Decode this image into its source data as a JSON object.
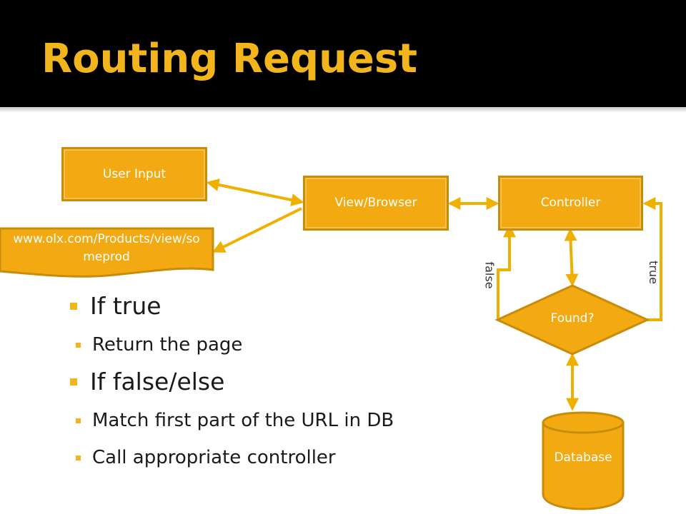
{
  "slide": {
    "title": "Routing Request",
    "bullets": [
      {
        "level": 1,
        "text": "If true"
      },
      {
        "level": 2,
        "text": "Return the page"
      },
      {
        "level": 1,
        "text": "If false/else"
      },
      {
        "level": 2,
        "text": "Match first part of the URL in DB"
      },
      {
        "level": 2,
        "text": "Call appropriate controller"
      }
    ]
  },
  "diagram": {
    "user_input": "User Input",
    "url_doc": "www.olx.com/Products/view/someprod",
    "view_browser": "View/Browser",
    "controller": "Controller",
    "found": "Found?",
    "database": "Database",
    "label_true": "true",
    "label_false": "false"
  },
  "colors": {
    "accent": "#f2b51c",
    "shape_fill": "#f3aa12",
    "connector": "#f0b000",
    "title_bg": "#000000"
  }
}
